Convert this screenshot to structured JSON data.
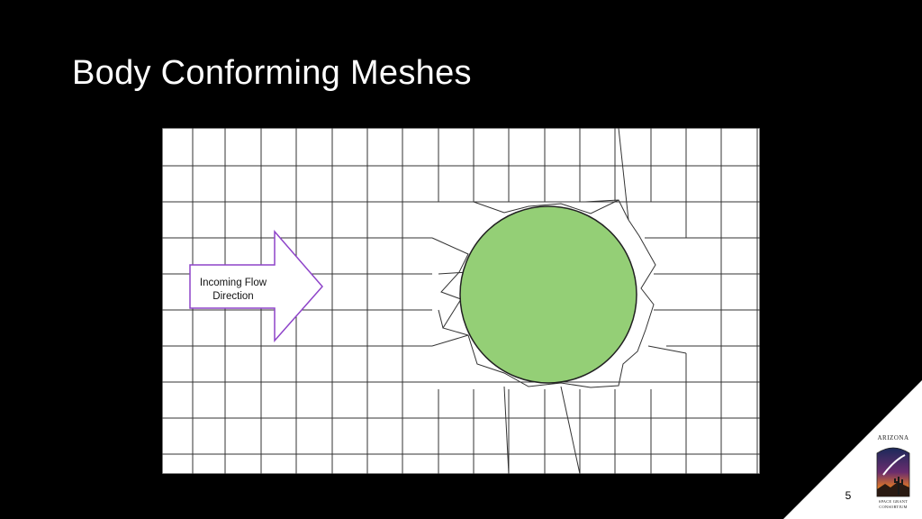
{
  "slide": {
    "title": "Body Conforming Meshes",
    "page_number": "5"
  },
  "figure": {
    "arrow_label_line1": "Incoming Flow",
    "arrow_label_line2": "Direction",
    "colors": {
      "background": "#000000",
      "grid_lines": "#333333",
      "cylinder_fill": "#94cf76",
      "arrow_stroke": "#8e44c9"
    }
  },
  "logo": {
    "top_text": "ARIZONA",
    "line1": "SPACE GRANT",
    "line2": "CONSORTIUM"
  }
}
